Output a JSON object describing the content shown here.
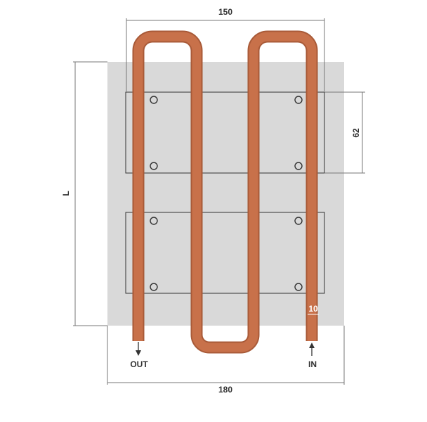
{
  "diagram": {
    "dimensions": {
      "top_width": "150",
      "bottom_width": "180",
      "length": "L",
      "block_height": "62"
    },
    "ports": {
      "outlet": "OUT",
      "inlet": "IN"
    },
    "badge": "10",
    "colors": {
      "plate": "#d9d9d9",
      "pipe": "#c8714a",
      "pipe_edge": "#a85a38",
      "dimension_line": "#777777",
      "block_outline": "#333333"
    }
  }
}
